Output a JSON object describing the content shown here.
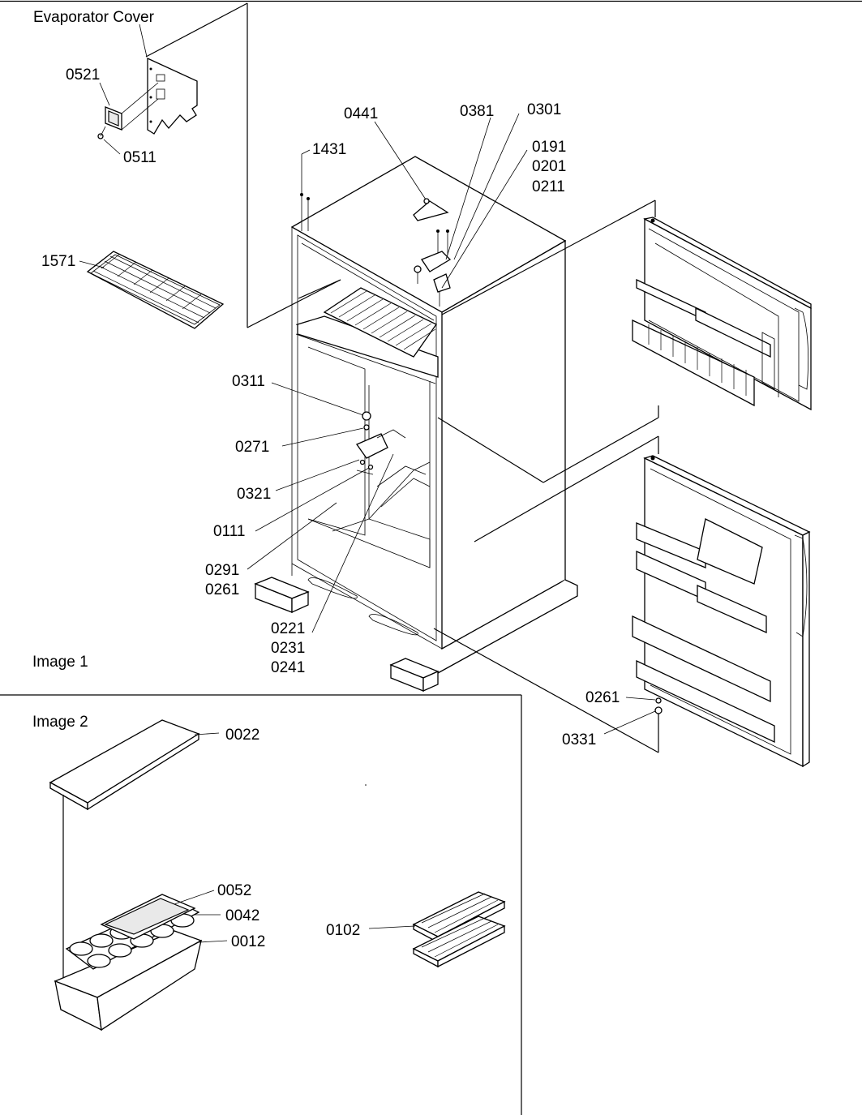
{
  "sections": {
    "evaporator_cover": "Evaporator Cover",
    "image1": "Image 1",
    "image2": "Image 2"
  },
  "labels": {
    "p0521": "0521",
    "p0511": "0511",
    "p1571": "1571",
    "p1431": "1431",
    "p0441": "0441",
    "p0381": "0381",
    "p0301": "0301",
    "p0191": "0191",
    "p0201": "0201",
    "p0211": "0211",
    "p0311": "0311",
    "p0271": "0271",
    "p0321": "0321",
    "p0111": "0111",
    "p0291": "0291",
    "p0261a": "0261",
    "p0221": "0221",
    "p0231": "0231",
    "p0241": "0241",
    "p0261b": "0261",
    "p0331": "0331",
    "p0022": "0022",
    "p0052": "0052",
    "p0042": "0042",
    "p0012": "0012",
    "p0102": "0102"
  }
}
